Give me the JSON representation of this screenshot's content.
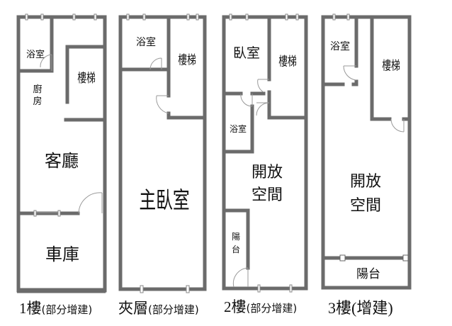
{
  "floor_1": {
    "caption_main": "1樓",
    "caption_sub": "(部分增建)",
    "rooms": {
      "bath": "浴室",
      "stairs": "樓梯",
      "kitchen_1": "廚",
      "kitchen_2": "房",
      "living": "客廳",
      "garage": "車庫"
    }
  },
  "mezzanine": {
    "caption_main": "夾層",
    "caption_sub": "(部分增建)",
    "rooms": {
      "bath": "浴室",
      "stairs": "樓梯",
      "master": "主臥室"
    }
  },
  "floor_2": {
    "caption_main": "2樓",
    "caption_sub": "(部分增建)",
    "rooms": {
      "bedroom": "臥室",
      "stairs": "樓梯",
      "bath": "浴室",
      "open_1": "開放",
      "open_2": "空間",
      "balcony_1": "陽",
      "balcony_2": "台"
    }
  },
  "floor_3": {
    "caption_main": "3樓",
    "caption_sub": "(增建)",
    "rooms": {
      "bath": "浴室",
      "stairs": "樓梯",
      "open_1": "開放",
      "open_2": "空間",
      "balcony": "陽台"
    }
  }
}
